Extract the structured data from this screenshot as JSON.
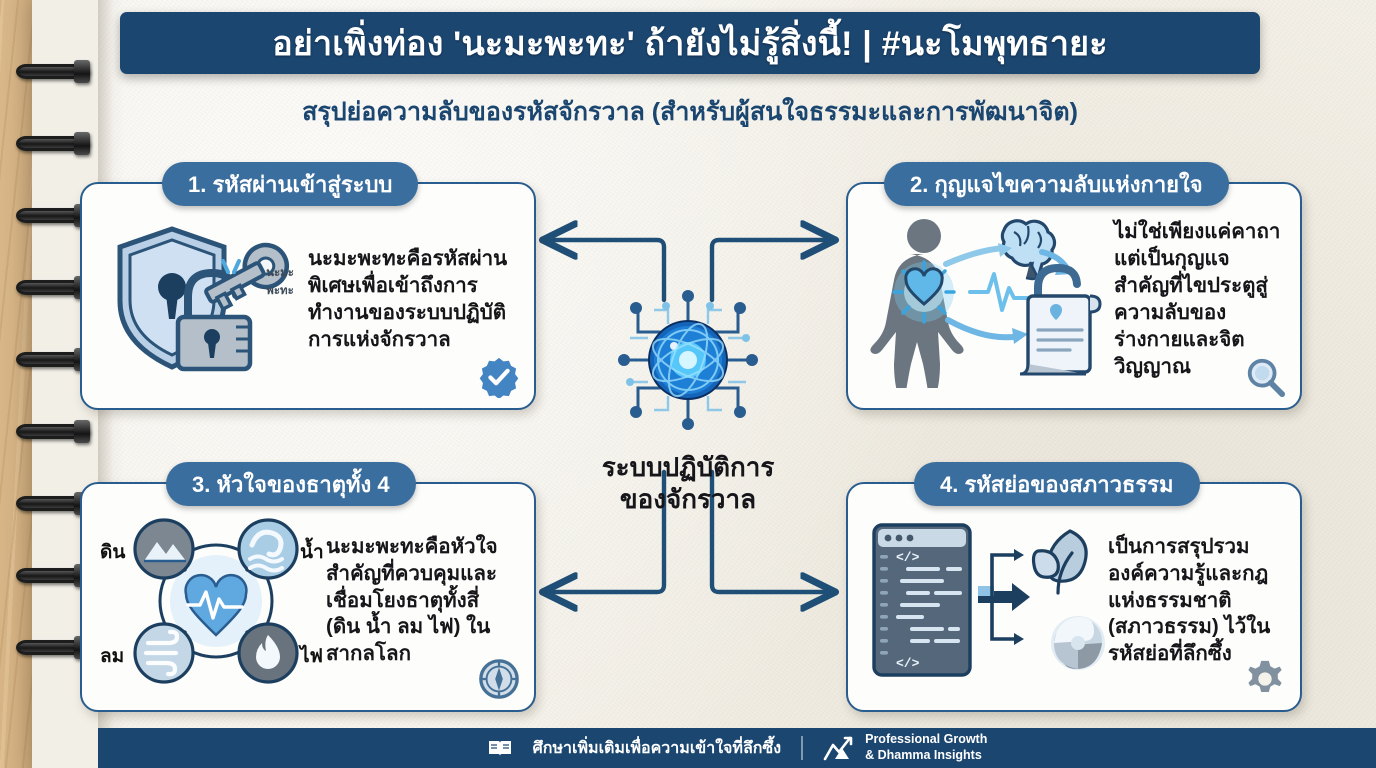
{
  "header": {
    "title": "อย่าเพิ่งท่อง 'นะมะพะทะ' ถ้ายังไม่รู้สิ่งนี้! | #นะโมพุทธายะ",
    "subtitle": "สรุปย่อความลับของรหัสจักรวาล (สำหรับผู้สนใจธรรมะและการพัฒนาจิต)"
  },
  "center": {
    "label_line1": "ระบบปฏิบัติการ",
    "label_line2": "ของจักรวาล",
    "icon": "universe-sphere-icon"
  },
  "cards": [
    {
      "badge": "1. รหัสผ่านเข้าสู่ระบบ",
      "text": "นะมะพะทะคือรหัสผ่านพิเศษเพื่อเข้าถึงการทำงานของระบบปฏิบัติการแห่งจักรวาล",
      "art": "shield-lock-key-icon",
      "art_caption_line1": "นะมะ",
      "art_caption_line2": "พะทะ",
      "corner_icon": "verified-check-badge-icon"
    },
    {
      "badge": "2. กุญแจไขความลับแห่งกายใจ",
      "text": "ไม่ใช่เพียงแค่คาถา แต่เป็นกุญแจสำคัญที่ไขประตูสู่ความลับของร่างกายและจิตวิญญาณ",
      "art": "body-brain-heart-unlock-icon",
      "corner_icon": "magnifier-icon"
    },
    {
      "badge": "3. หัวใจของธาตุทั้ง 4",
      "text": "นะมะพะทะคือหัวใจสำคัญที่ควบคุมและเชื่อมโยงธาตุทั้งสี่ (ดิน น้ำ ลม ไฟ) ในสากลโลก",
      "art": "four-elements-wheel-icon",
      "elements": [
        {
          "label": "ดิน",
          "icon": "mountain-icon"
        },
        {
          "label": "น้ำ",
          "icon": "wave-icon"
        },
        {
          "label": "ลม",
          "icon": "wind-icon"
        },
        {
          "label": "ไฟ",
          "icon": "flame-icon"
        }
      ],
      "corner_icon": "compass-icon"
    },
    {
      "badge": "4. รหัสย่อของสภาวธรรม",
      "text": "เป็นการสรุปรวมองค์ความรู้และกฎแห่งธรรมชาติ (สภาวธรรม) ไว้ในรหัสย่อที่ลึกซึ้ง",
      "art": "code-window-nature-icon",
      "code_tag_top": "</>",
      "code_tag_bottom": "</>",
      "corner_icon": "gear-icon"
    }
  ],
  "footer": {
    "note": "ศึกษาเพิ่มเติมเพื่อความเข้าใจที่ลึกซึ้ง",
    "book_icon": "open-book-icon",
    "brand_icon": "growth-chart-icon",
    "brand_line1": "Professional Growth",
    "brand_line2": "& Dhamma Insights"
  },
  "colors": {
    "header_navy": "#1b4670",
    "badge_blue": "#3a6e9e",
    "card_border": "#2a5d8f",
    "page_cream": "#f5f2ea",
    "accent_cyan": "#39a7e0"
  }
}
